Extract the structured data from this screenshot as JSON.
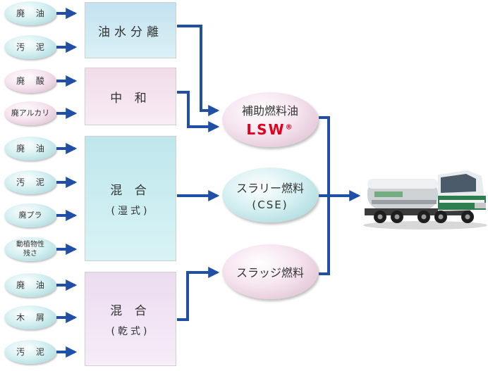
{
  "inputs": {
    "g1": [
      "廃 油",
      "汚 泥"
    ],
    "g2": [
      "廃 酸",
      "廃アルカリ"
    ],
    "g3": [
      "廃 油",
      "汚 泥",
      "廃プラ",
      "動植物性",
      "残さ"
    ],
    "g4": [
      "廃 油",
      "木 屑",
      "汚 泥"
    ]
  },
  "processes": {
    "p1": "油水分離",
    "p2": "中 和",
    "p3": {
      "title": "混 合",
      "sub": "(湿式)"
    },
    "p4": {
      "title": "混 合",
      "sub": "(乾式)"
    }
  },
  "products": {
    "lsw": {
      "line1": "補助燃料油",
      "brand": "LSW",
      "mark": "®"
    },
    "slurry": {
      "line1": "スラリー燃料",
      "line2": "(CSE)"
    },
    "sludge": {
      "line1": "スラッジ燃料"
    }
  },
  "colors": {
    "arrow": "#1f4fa6",
    "brand": "#e0001b"
  },
  "icons": {
    "truck": "tanker-truck-icon"
  }
}
